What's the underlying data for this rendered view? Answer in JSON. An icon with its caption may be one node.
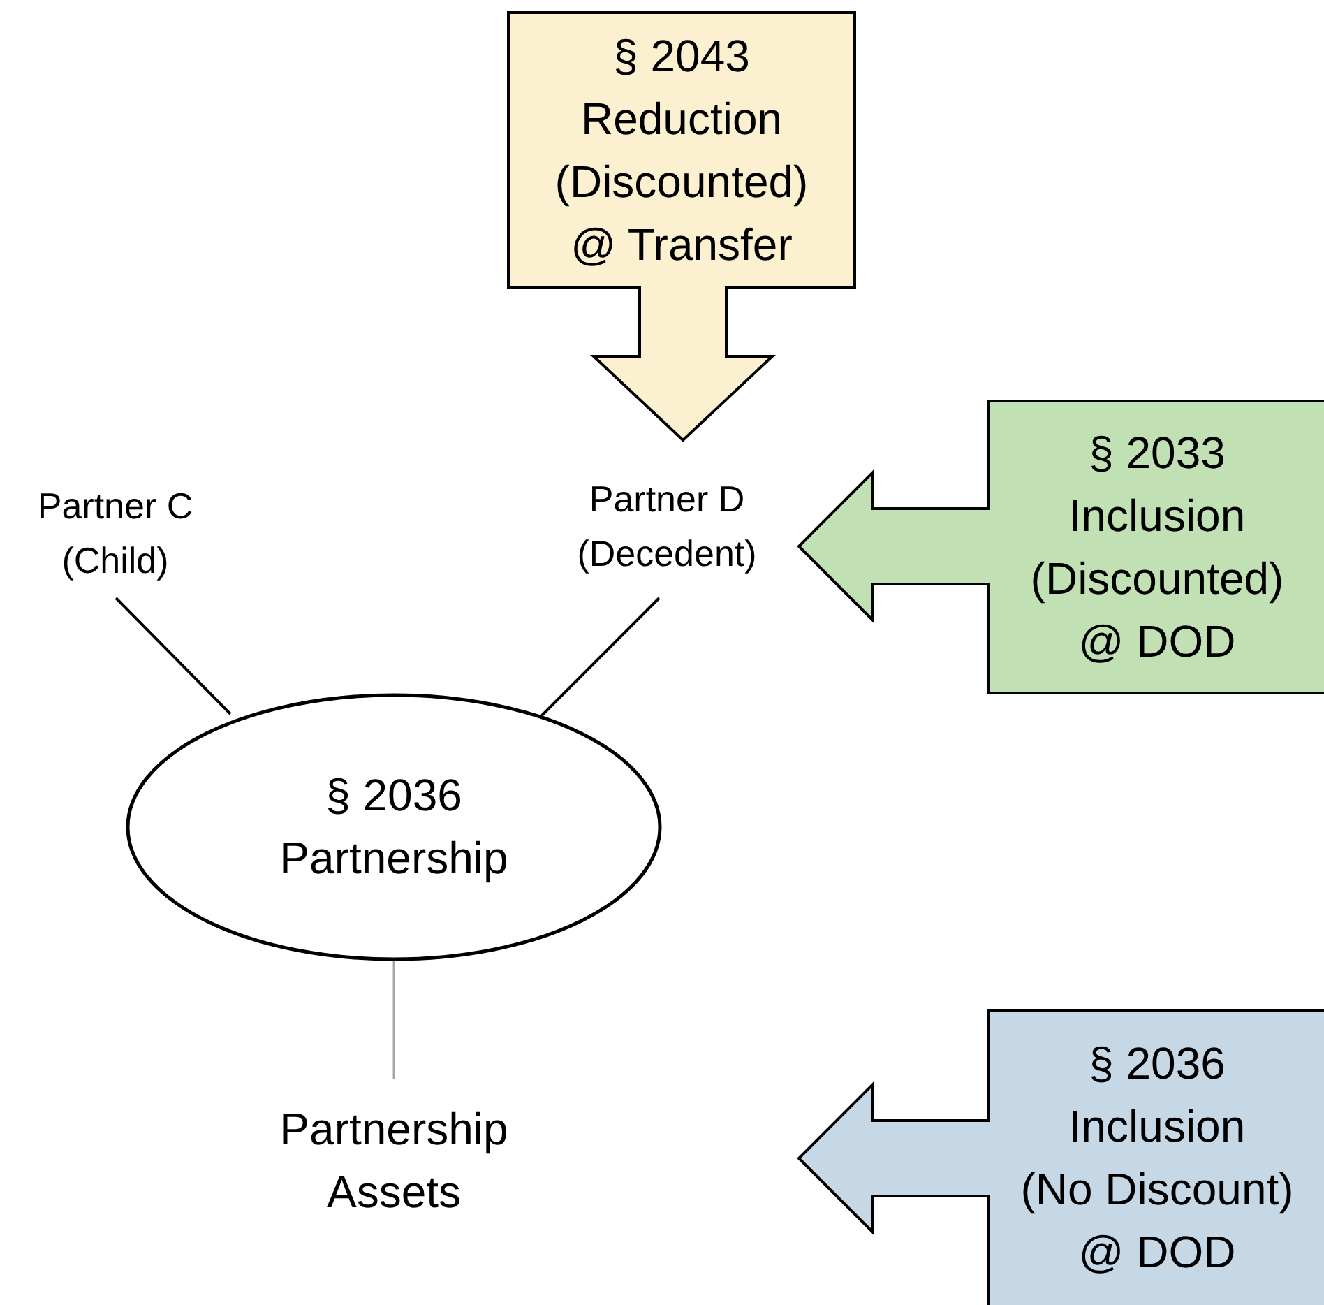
{
  "diagram": {
    "nodes": [
      {
        "text": [
          "§ 2043",
          "Reduction",
          "(Discounted)",
          "@ Transfer"
        ]
      },
      {
        "text": [
          "Partner C (Child)"
        ]
      },
      {
        "text": [
          "Partner D (Decedent)"
        ]
      },
      {
        "text": [
          "§ 2033",
          "Inclusion",
          "(Discounted)",
          "@ DOD"
        ]
      },
      {
        "text": [
          "§ 2036 Partnership"
        ]
      },
      {
        "text": [
          "Partnership Assets"
        ]
      },
      {
        "text": [
          "§ 2036",
          "Inclusion",
          "(No Discount)",
          "@ DOD"
        ]
      }
    ],
    "edges": [
      {
        "from": 0,
        "to": 2,
        "arrow": "to",
        "style": "thick",
        "color": "#fbf1d0"
      },
      {
        "from": 3,
        "to": 2,
        "arrow": "to",
        "style": "thick",
        "color": "#c1e0b4"
      },
      {
        "from": 1,
        "to": 4,
        "arrow": "none"
      },
      {
        "from": 2,
        "to": 4,
        "arrow": "none"
      },
      {
        "from": 4,
        "to": 5,
        "arrow": "none",
        "color": "#a6a6a6"
      },
      {
        "from": 6,
        "to": null,
        "arrow": "to",
        "style": "thick",
        "color": "#c6d8e6"
      }
    ]
  }
}
